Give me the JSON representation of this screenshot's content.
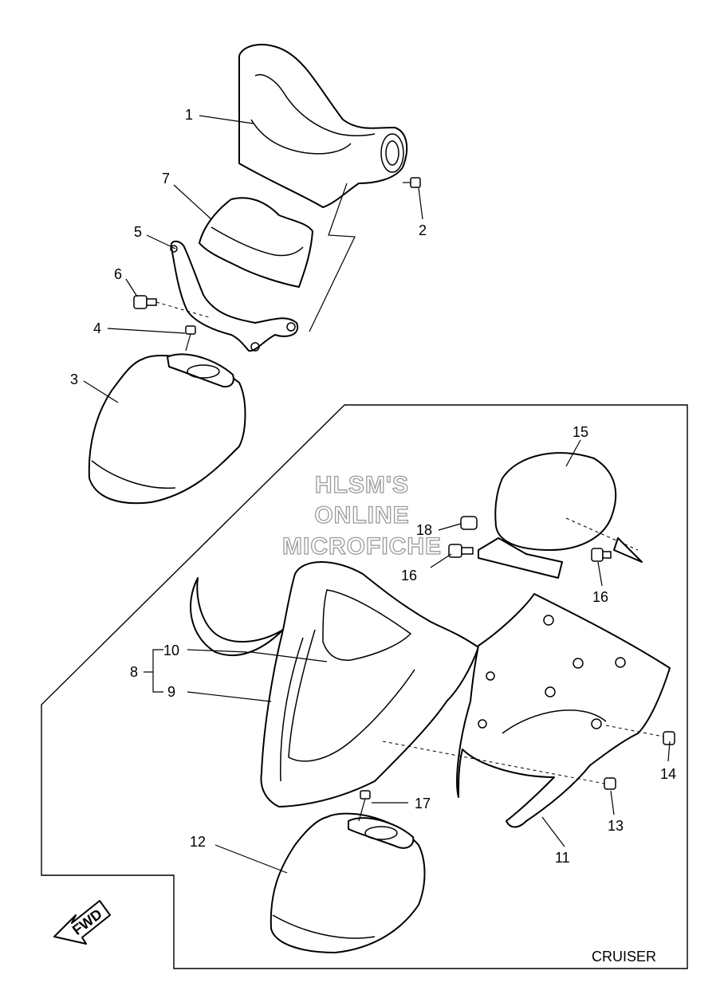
{
  "watermark": {
    "line1": "HLSM'S",
    "line2": "ONLINE",
    "line3": "MICROFICHE"
  },
  "variant_label": "CRUISER",
  "fwd_label": "FWD",
  "callouts": {
    "c1": "1",
    "c2": "2",
    "c3": "3",
    "c4": "4",
    "c5": "5",
    "c6": "6",
    "c7": "7",
    "c8": "8",
    "c9": "9",
    "c10": "10",
    "c11": "11",
    "c12": "12",
    "c13": "13",
    "c14": "14",
    "c15": "15",
    "c16a": "16",
    "c16b": "16",
    "c17": "17",
    "c18": "18"
  }
}
